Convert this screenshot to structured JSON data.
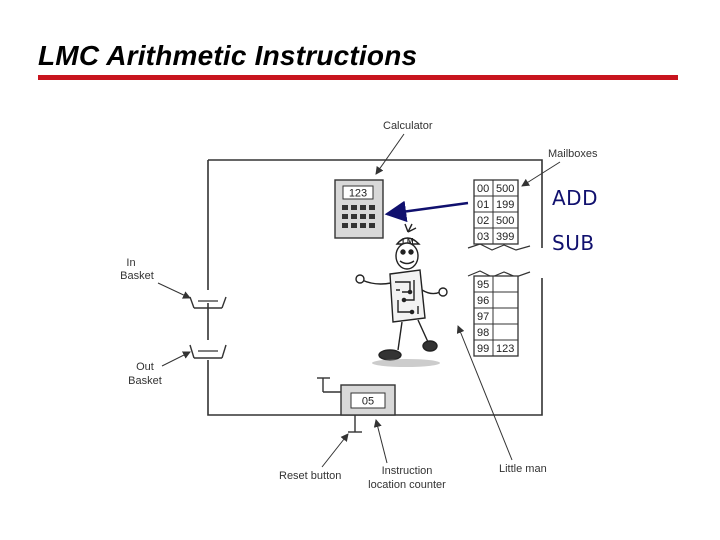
{
  "title": "LMC Arithmetic Instructions",
  "colors": {
    "title_rule": "#c8141e",
    "side_labels": "#10106e",
    "arrow": "#10106e"
  },
  "labels": {
    "calculator": "Calculator",
    "mailboxes": "Mailboxes",
    "in_basket": [
      "In",
      "Basket"
    ],
    "out_basket": [
      "Out",
      "Basket"
    ],
    "reset_button": "Reset button",
    "instruction_counter": [
      "Instruction",
      "location counter"
    ],
    "little_man": "Little man"
  },
  "calculator_display": "123",
  "counter_display": "05",
  "mailboxes_top": [
    {
      "addr": "00",
      "val": "500"
    },
    {
      "addr": "01",
      "val": "199"
    },
    {
      "addr": "02",
      "val": "500"
    },
    {
      "addr": "03",
      "val": "399"
    }
  ],
  "mailboxes_bottom": [
    {
      "addr": "95",
      "val": ""
    },
    {
      "addr": "96",
      "val": ""
    },
    {
      "addr": "97",
      "val": ""
    },
    {
      "addr": "98",
      "val": ""
    },
    {
      "addr": "99",
      "val": "123"
    }
  ],
  "badge": "LM",
  "instructions": [
    "ADD",
    "SUB"
  ]
}
